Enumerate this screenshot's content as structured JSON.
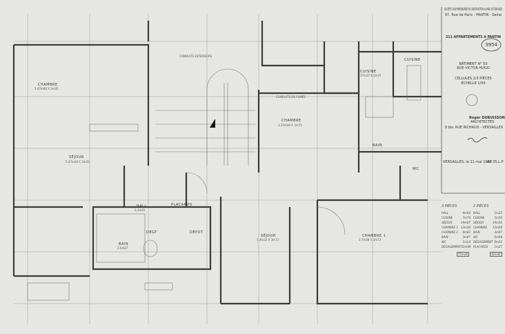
{
  "title_block": {
    "company": "SOCIÉTÉ CIVILE IMMOBILIÈRE DE CONSTRUCTION du PARC VICTOR-HUGO",
    "address": "97, Rue de Paris - PANTIN - Seine",
    "project": "211 APPARTEMENTS A PANTIN",
    "stamp_number": "3954",
    "building": "BÂTIMENT N° 50",
    "street": "RUE VICTOR HUGO",
    "cells": "CELLULES 2/3 PIÈCES",
    "scale": "ÉCHELLE 1/50",
    "architect": "Roger DUBUISSON",
    "architect_title": "ARCHITECTES",
    "architect_address": "8 bis, RUE RICHAUD - VERSAILLES",
    "date": "VERSAILLES, le 21 mai 1960",
    "reference": "A2.35.L.P"
  },
  "rooms": {
    "chambre_left": "CHAMBRE",
    "chambre_left_dim": "3.47m68  X  3m35",
    "sejour_left": "SÉJOUR",
    "sejour_left_dim": "5.47m28 X 3m35",
    "chambre_center": "CHAMBRE",
    "chambre_center_dim": "3.37m49 X 3m73",
    "cuisine_center": "CUISINE",
    "cuisine_center_dim": "3.37m37 X 2m37",
    "cuisine_right": "CUISINE",
    "hall": "HALL",
    "hall_dim": "3.4m45",
    "placards": "PLACARDS",
    "bain": "BAIN",
    "bain_dim": "3.5m07",
    "bain_right": "BAIN",
    "degt": "DÉGT",
    "sejour_center": "SÉJOUR",
    "sejour_center_dim": "5.4m22 X 3m73",
    "chambre_1": "CHAMBRE 1",
    "chambre_1_dim": "3.7m38 X 3m73",
    "wc": "WC",
    "depot": "DÉPOT",
    "note_top": "CONDUITS EXTÉRIEURS",
    "note_shaft": "CONDUITS DE FUMÉE"
  },
  "areas": {
    "three_rooms": {
      "heading": "3 PIÈCES",
      "rows": [
        {
          "room": "HALL",
          "area": "4m64"
        },
        {
          "room": "CUISINE",
          "area": "7m74"
        },
        {
          "room": "SÉJOUR",
          "area": "19m07"
        },
        {
          "room": "CHAMBRE 1",
          "area": "13m38"
        },
        {
          "room": "CHAMBRE 2",
          "area": "9m83"
        },
        {
          "room": "BAIN",
          "area": "3m07"
        },
        {
          "room": "WC",
          "area": "1m14"
        },
        {
          "room": "DÉGAGEMENTS",
          "area": "3m49"
        }
      ],
      "total": "57m36"
    },
    "two_rooms": {
      "heading": "2 PIÈCES",
      "rows": [
        {
          "room": "HALL",
          "area": "1m25"
        },
        {
          "room": "CUISINE",
          "area": "5m50"
        },
        {
          "room": "SÉJOUR",
          "area": "19m10"
        },
        {
          "room": "CHAMBRE",
          "area": "13m09"
        },
        {
          "room": "BAIN",
          "area": "3m07"
        },
        {
          "room": "WC",
          "area": "0m98"
        },
        {
          "room": "DÉGAGEMENT",
          "area": "0m52"
        },
        {
          "room": "PLACARDS",
          "area": "1m27"
        }
      ],
      "total": "42m41"
    }
  }
}
